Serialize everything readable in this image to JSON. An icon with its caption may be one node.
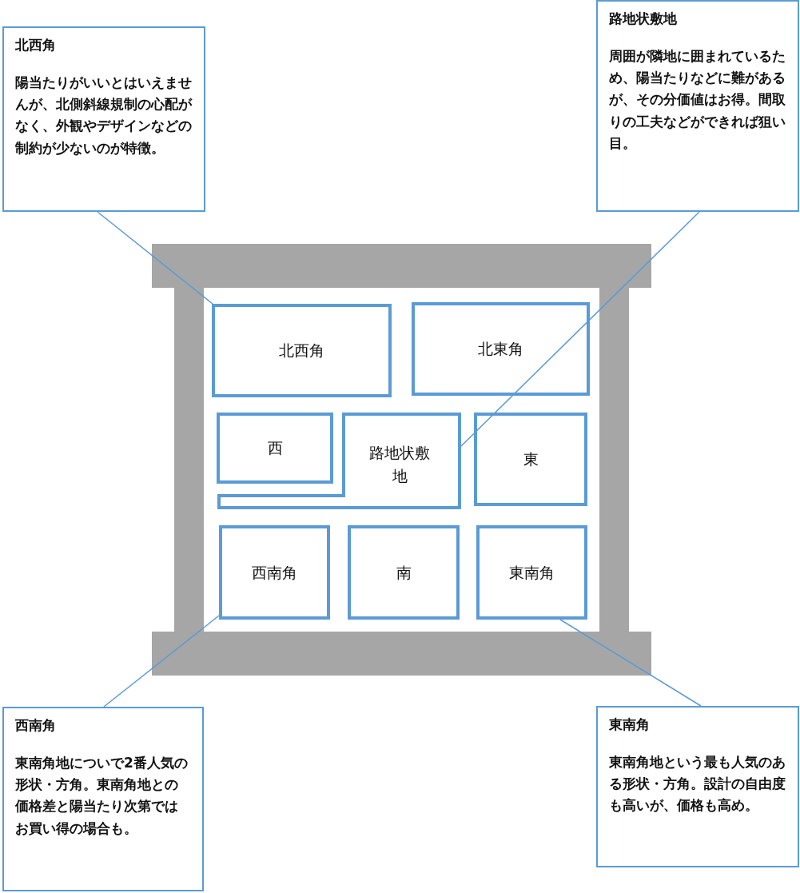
{
  "diagram": {
    "nodes": [
      {
        "text": [
          "北西角",
          "陽当たりがいいとはいえませんが、北側斜線規制の心配がなく、外観やデザインなどの制約が少ないのが特徴。"
        ]
      },
      {
        "text": [
          "路地状敷地",
          "周囲が隣地に囲まれているため、陽当たりなどに難があるが、その分価値はお得。間取りの工夫などができれば狙い目。"
        ]
      },
      {
        "text": [
          "北西角"
        ]
      },
      {
        "text": [
          "北東角"
        ]
      },
      {
        "text": [
          "西"
        ]
      },
      {
        "text": [
          "路地状敷地"
        ]
      },
      {
        "text": [
          "東"
        ]
      },
      {
        "text": [
          "西南角"
        ]
      },
      {
        "text": [
          "南"
        ]
      },
      {
        "text": [
          "東南角"
        ]
      },
      {
        "text": [
          "西南角",
          "東南角地についで2番人気の形状・方角。東南角地との価格差と陽当たり次第ではお買い得の場合も。"
        ]
      },
      {
        "text": [
          "東南角",
          "東南角地という最も人気のある形状・方角。設計の自由度も高いが、価格も高め。"
        ]
      }
    ],
    "edges": [
      {
        "from": 0,
        "to": 2,
        "arrow": "none"
      },
      {
        "from": 1,
        "to": 5,
        "arrow": "none"
      },
      {
        "from": 10,
        "to": 7,
        "arrow": "none"
      },
      {
        "from": 11,
        "to": 9,
        "arrow": "none"
      }
    ]
  }
}
